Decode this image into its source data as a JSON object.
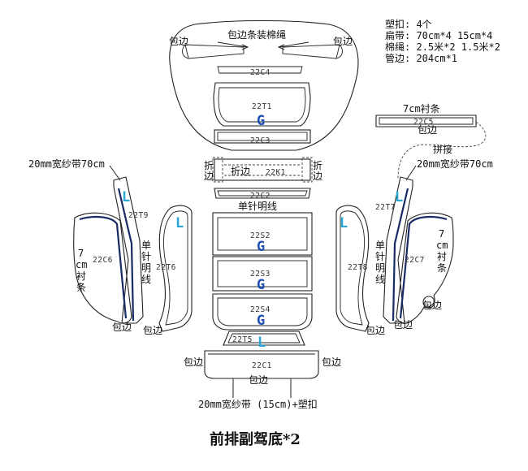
{
  "specs": {
    "lines": [
      "塑扣: 4个",
      "扁带: 70cm*4  15cm*4",
      "棉绳: 2.5米*2  1.5米*2",
      "管边: 204cm*1"
    ]
  },
  "labels": {
    "cord_note": "包边条装棉绳",
    "binding": "包边",
    "fold_edge": "折边",
    "fold_left_1": "折",
    "fold_left_2": "边",
    "fold_right_1": "折",
    "fold_right_2": "边",
    "single_stitch_h": "单针明线",
    "single_stitch_v_left": [
      "单",
      "针",
      "明",
      "线"
    ],
    "single_stitch_v_right": [
      "单",
      "针",
      "明",
      "线"
    ],
    "lining_7cm": "7cm衬条",
    "splice": "拼接",
    "mesh_left": "20mm宽纱带70cm",
    "mesh_right": "20mm宽纱带70cm",
    "lining_left_v": [
      "7",
      "cm",
      "衬",
      "条"
    ],
    "lining_right_v": [
      "7",
      "cm",
      "衬",
      "条"
    ],
    "mesh_bottom": "20mm宽纱带 (15cm)+塑扣",
    "title": "前排副驾底*2",
    "mark_g": "G",
    "mark_l": "L"
  },
  "parts": {
    "c4": "22C4",
    "t1": "22T1",
    "c3": "22C3",
    "k1": "22K1",
    "c2": "22C2",
    "s2": "22S2",
    "s3": "22S3",
    "s4": "22S4",
    "t5": "22T5",
    "c1": "22C1",
    "c5": "22C5",
    "t9": "22T9",
    "c6": "22C6",
    "t6": "22T6",
    "t7": "22T7",
    "c7": "22C7",
    "t8": "22T8"
  }
}
